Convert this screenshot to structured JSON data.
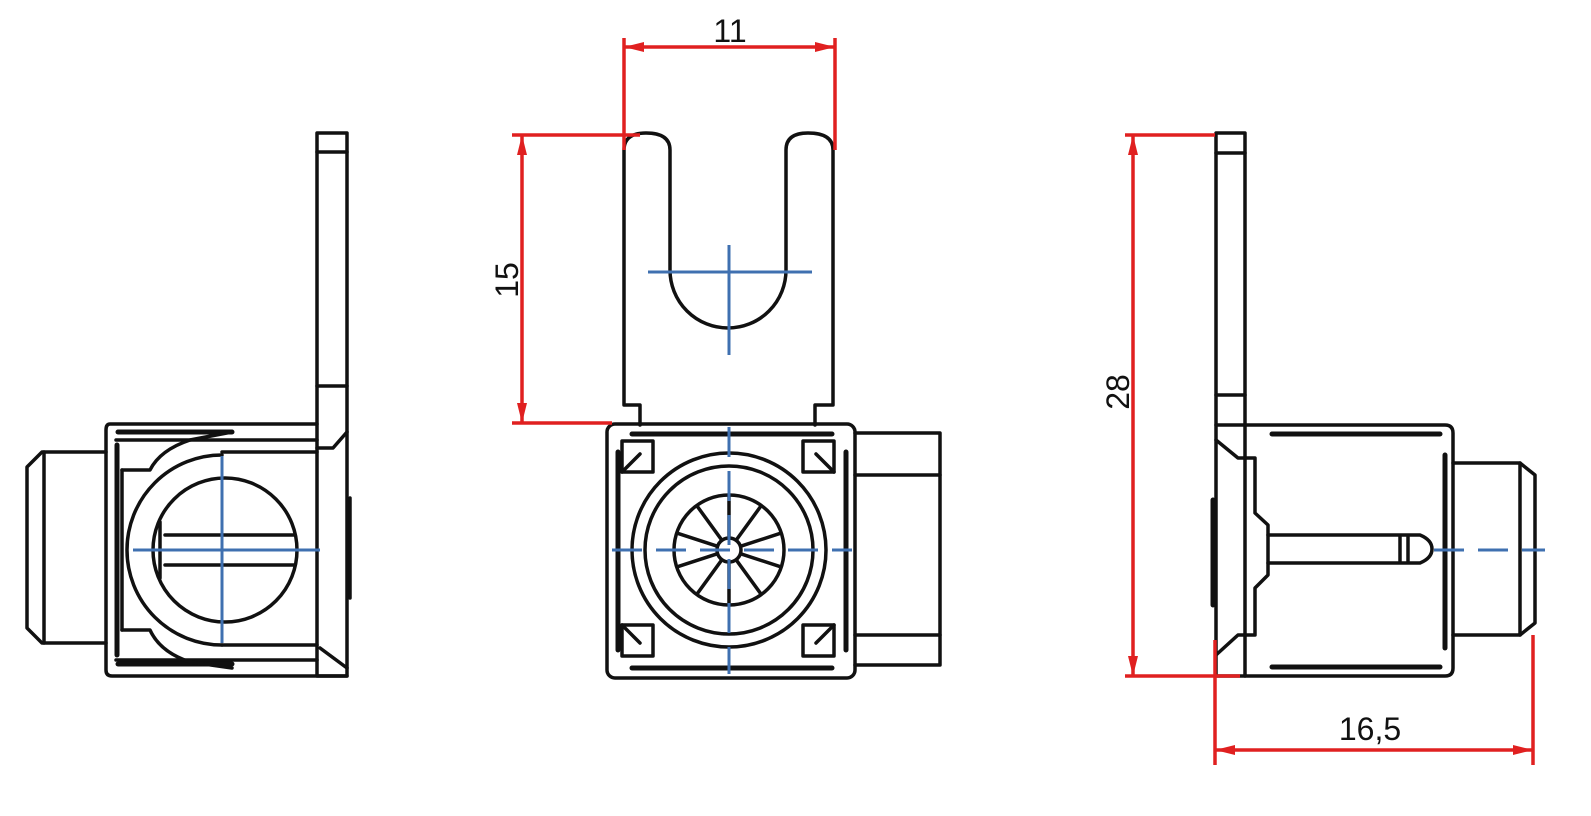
{
  "drawing": {
    "views": [
      "side-view-left",
      "front-view",
      "side-view-right"
    ],
    "colors": {
      "outline": "#111111",
      "dimension": "#e02020",
      "centerline": "#3f70b0"
    },
    "dimensions": {
      "width": "11",
      "tab_height": "15",
      "total_height": "28",
      "depth": "16,5"
    }
  }
}
